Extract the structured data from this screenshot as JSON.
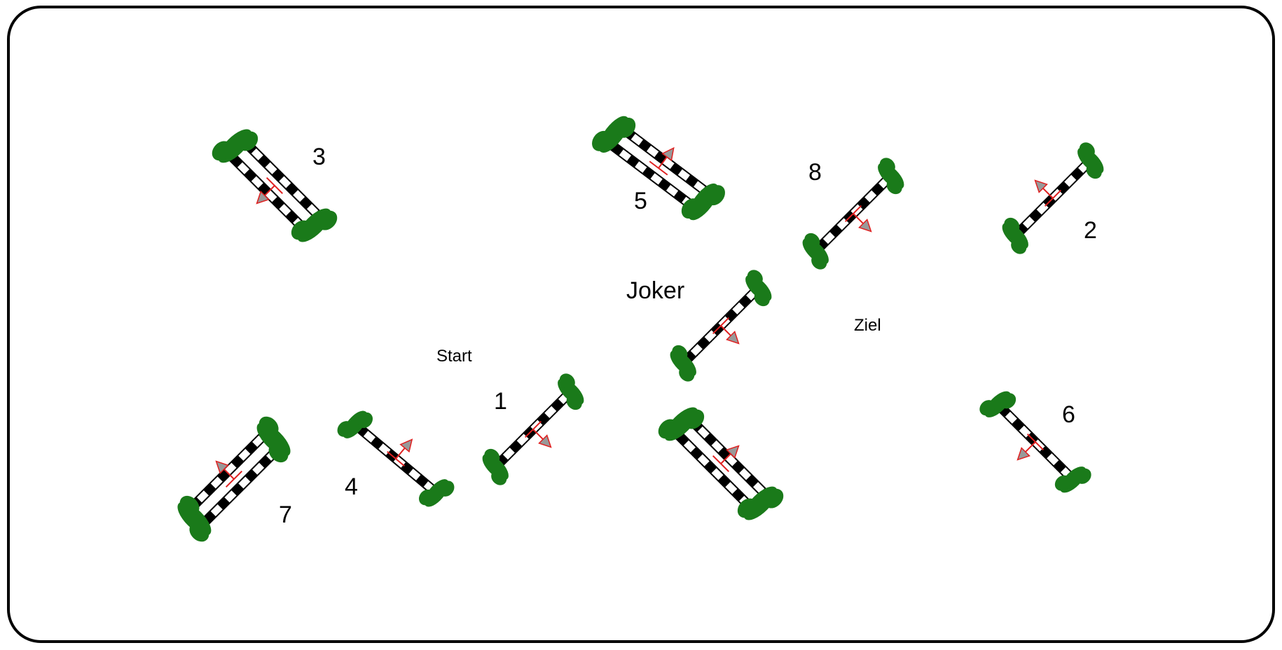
{
  "labels": {
    "n1": "1",
    "n2": "2",
    "n3": "3",
    "n4": "4",
    "n5": "5",
    "n6": "6",
    "n7": "7",
    "n8": "8",
    "joker": "Joker",
    "start": "Start",
    "ziel": "Ziel"
  },
  "colors": {
    "arena_border": "#000000",
    "pole_dark": "#000000",
    "pole_light": "#ffffff",
    "wing": "#1a7a1a",
    "direction_arrow": "#e02020",
    "arrow_fill": "#999999"
  },
  "course": {
    "jumps": [
      {
        "id": "jump-1",
        "number": "1",
        "type": "vertical"
      },
      {
        "id": "jump-2",
        "number": "2",
        "type": "vertical"
      },
      {
        "id": "jump-3",
        "number": "3",
        "type": "oxer"
      },
      {
        "id": "jump-4",
        "number": "4",
        "type": "vertical"
      },
      {
        "id": "jump-5",
        "number": "5",
        "type": "oxer"
      },
      {
        "id": "jump-6",
        "number": "6",
        "type": "vertical"
      },
      {
        "id": "jump-7",
        "number": "7",
        "type": "oxer"
      },
      {
        "id": "jump-8",
        "number": "8",
        "type": "vertical"
      },
      {
        "id": "jump-joker",
        "number": "Joker",
        "type": "vertical"
      },
      {
        "id": "jump-unnumbered",
        "number": "",
        "type": "oxer"
      }
    ]
  }
}
